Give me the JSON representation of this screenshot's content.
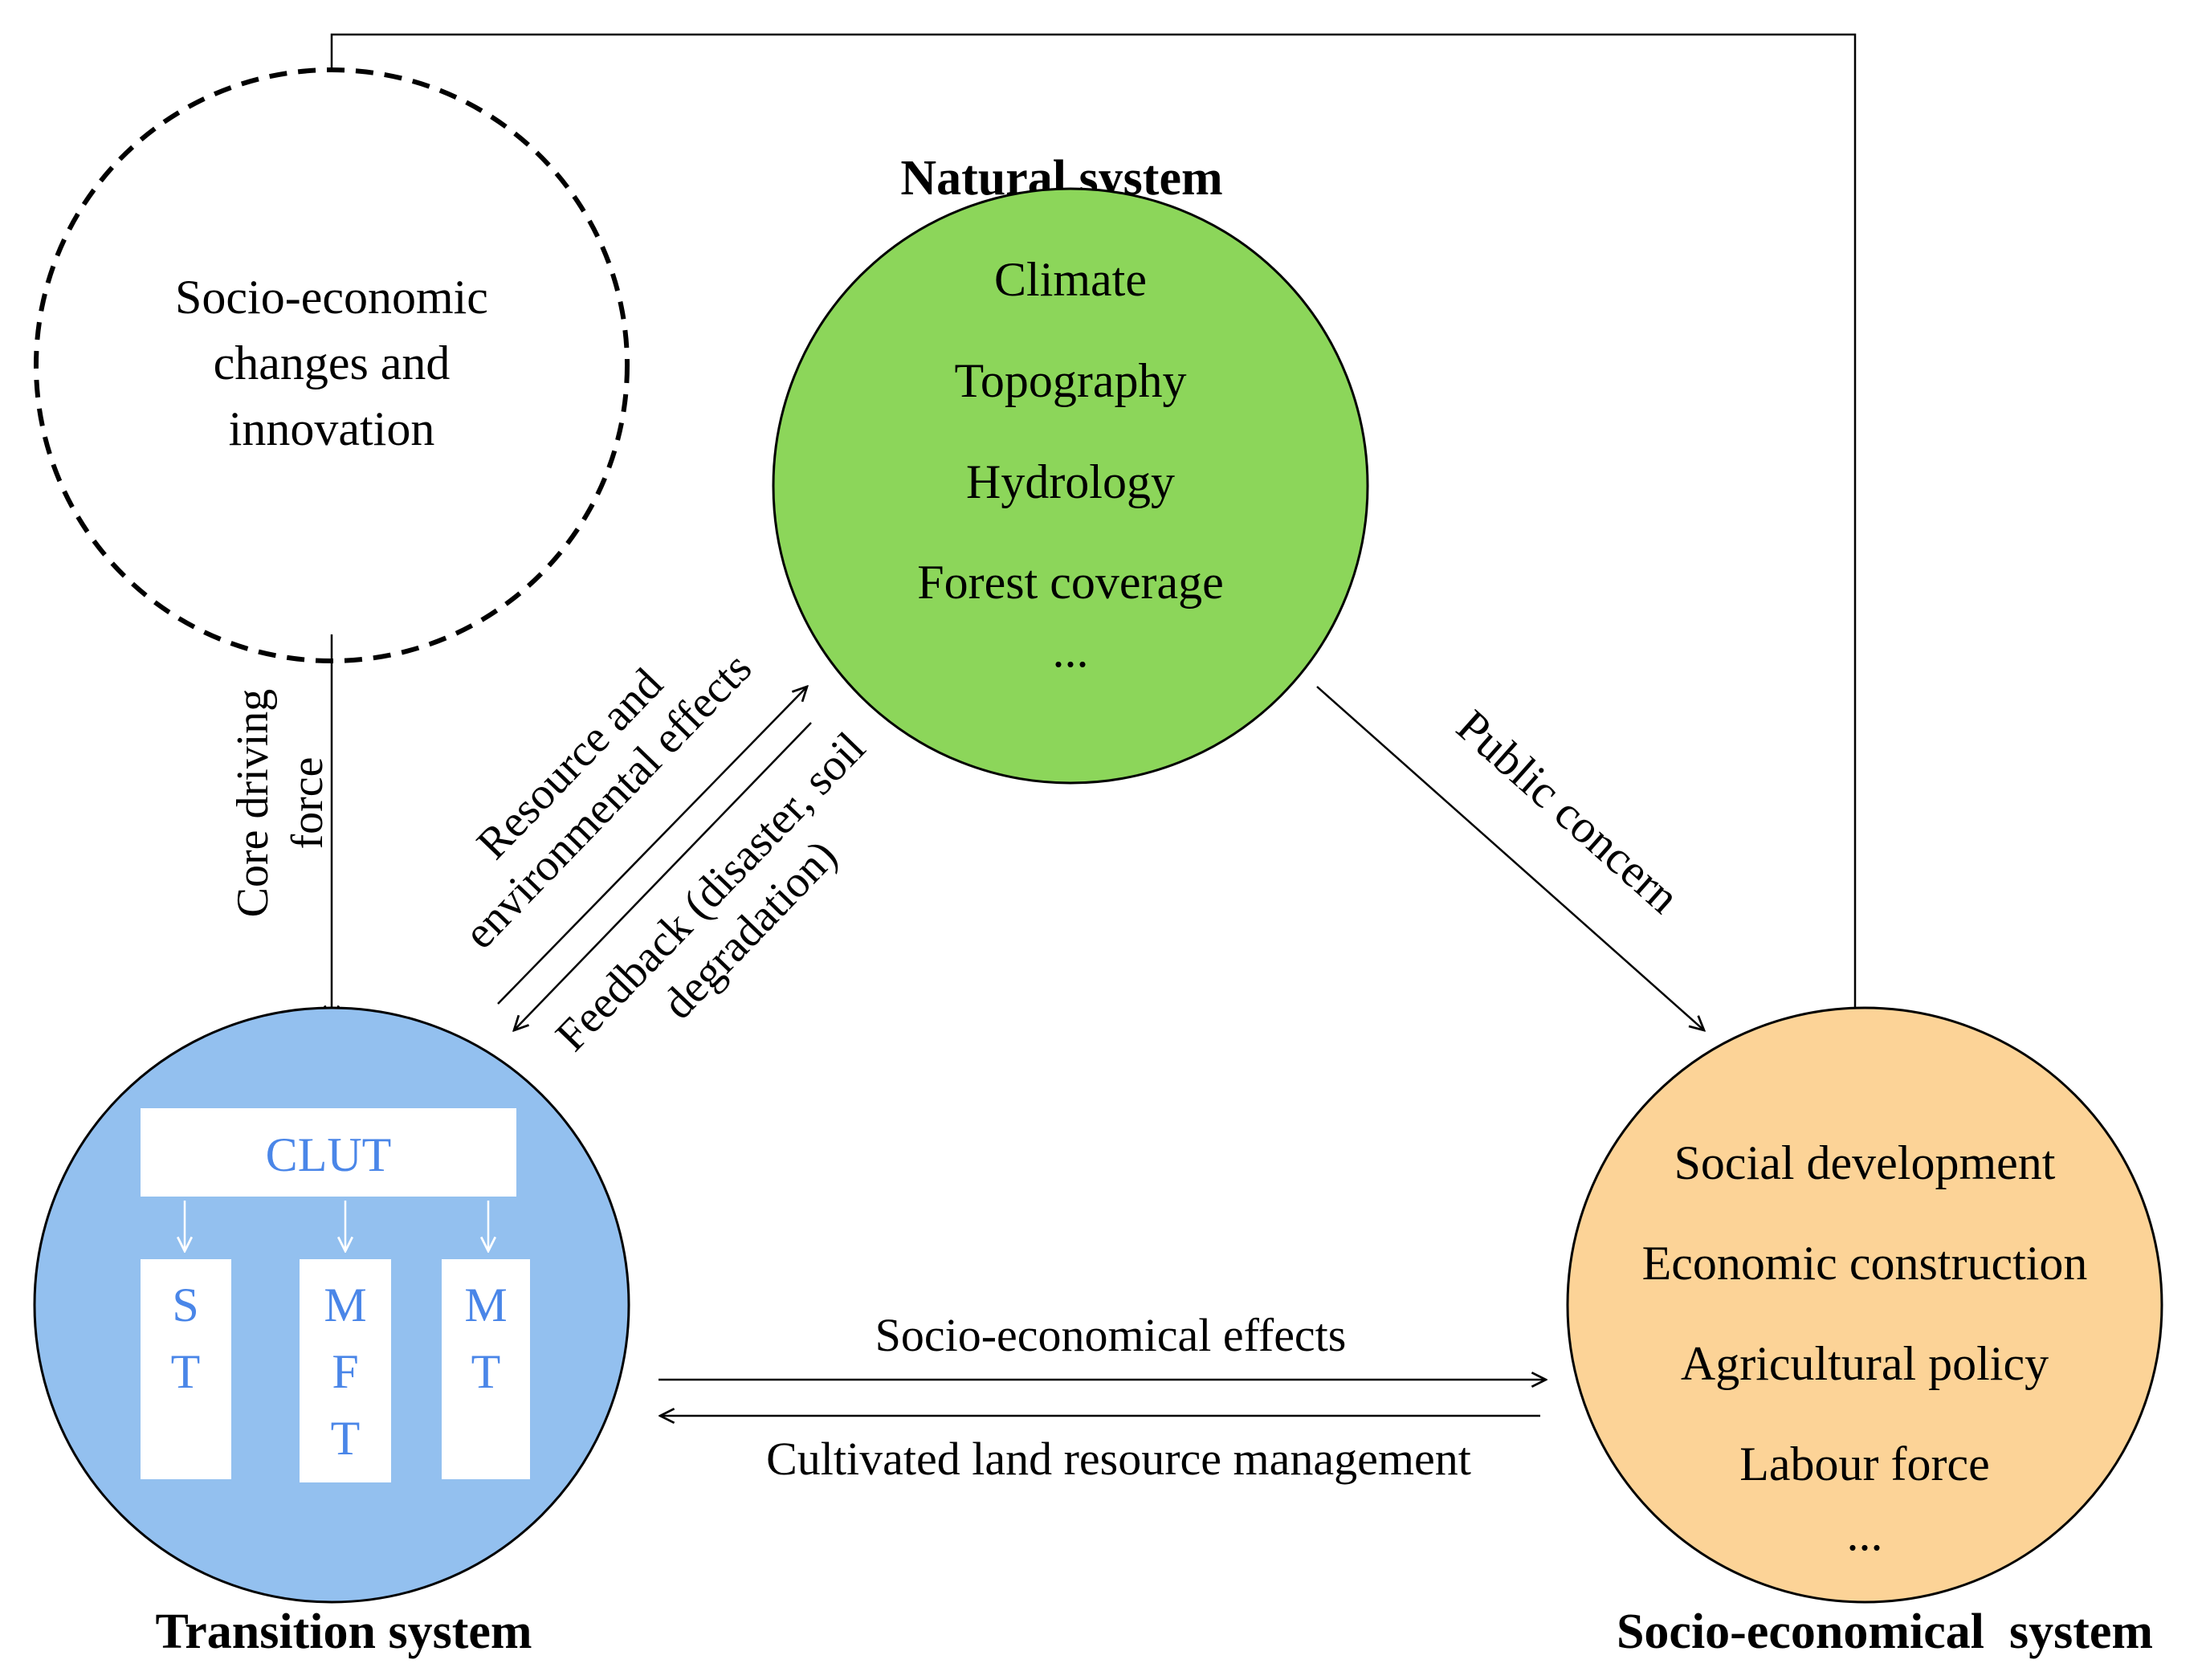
{
  "natural": {
    "title": "Natural system",
    "items": [
      "Climate",
      "Topography",
      "Hydrology",
      "Forest coverage",
      "..."
    ],
    "fill": "#8cd65a"
  },
  "driver": {
    "lines": [
      "Socio-economic",
      "changes and",
      "innovation"
    ]
  },
  "transition": {
    "title": "Transition system",
    "fill": "#93c0ef",
    "clut": "CLUT",
    "boxes": [
      {
        "chars": [
          "S",
          "T"
        ]
      },
      {
        "chars": [
          "M",
          "F",
          "T"
        ]
      },
      {
        "chars": [
          "M",
          "T"
        ]
      }
    ],
    "text_color": "#4a86e8"
  },
  "socio": {
    "title": "Socio-economical  system",
    "items": [
      "Social development",
      "Economic construction",
      "Agricultural policy",
      "Labour force",
      "..."
    ],
    "fill": "#fcd397"
  },
  "links": {
    "core": [
      "Core driving",
      "force"
    ],
    "resource": [
      "Resource and",
      "environmental effects"
    ],
    "feedback": [
      "Feedback (disaster, soil",
      "degradation)"
    ],
    "public": "Public concern",
    "socio_effects": "Socio-economical effects",
    "management": "Cultivated land resource management"
  }
}
